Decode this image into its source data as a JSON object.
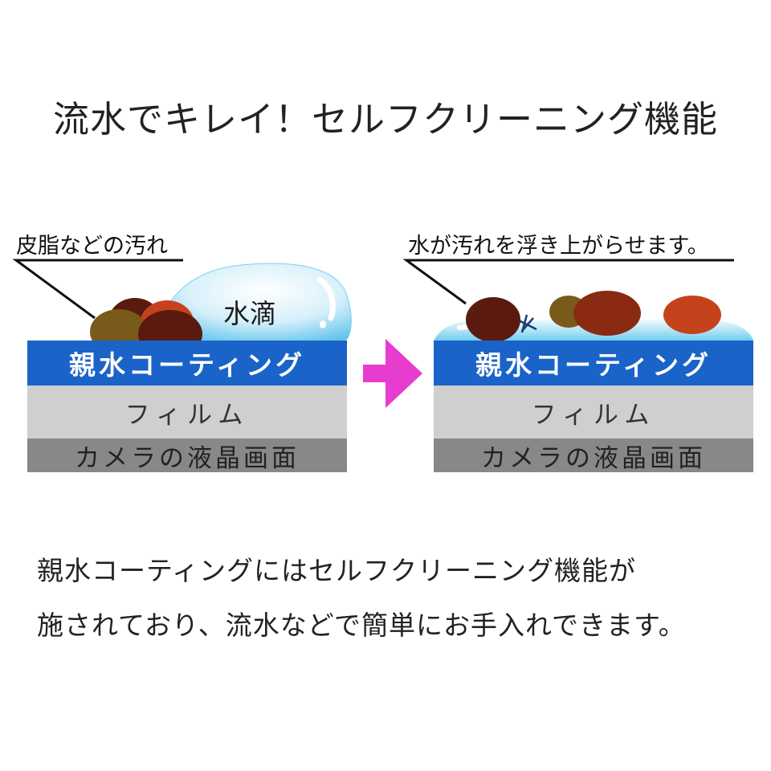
{
  "title": "流水でキレイ！セルフクリーニング機能",
  "left_panel": {
    "callout": "皮脂などの汚れ",
    "droplet_label": "水滴",
    "layers": {
      "coating": "親水コーティング",
      "film": "フィルム",
      "lcd": "カメラの液晶画面"
    }
  },
  "right_panel": {
    "callout": "水が汚れを浮き上がらせます。",
    "layers": {
      "coating": "親水コーティング",
      "film": "フィルム",
      "lcd": "カメラの液晶画面"
    }
  },
  "description": {
    "line1": "親水コーティングにはセルフクリーニング機能が",
    "line2": "施されており、流水などで簡単にお手入れできます。"
  },
  "colors": {
    "coating": "#1a63c8",
    "film": "#cfcfcf",
    "lcd": "#888888",
    "arrow": "#e83ccf",
    "water": "#bfe6f7"
  }
}
